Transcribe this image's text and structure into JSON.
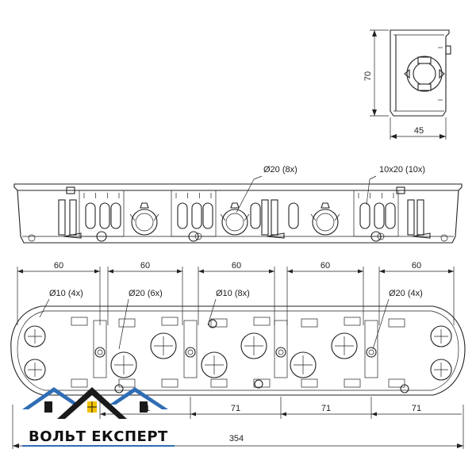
{
  "side_view": {
    "height_label": "70",
    "depth_label": "45"
  },
  "front_view": {
    "callout_hole_large": "Ø20 (8x)",
    "callout_slot": "10x20 (10x)"
  },
  "top_view": {
    "spacing_labels": [
      "60",
      "60",
      "60",
      "60",
      "60"
    ],
    "hole_labels": [
      "Ø10 (4x)",
      "Ø20 (6x)",
      "Ø10 (8x)",
      "Ø20 (4x)"
    ],
    "pitch_labels": [
      "71",
      "71",
      "71",
      "71"
    ],
    "overall_label": "354"
  },
  "logo": {
    "text": "ВОЛЬТ ЕКСПЕРТ",
    "roof_color": "#2f6db5",
    "window_color": "#f2c200"
  }
}
